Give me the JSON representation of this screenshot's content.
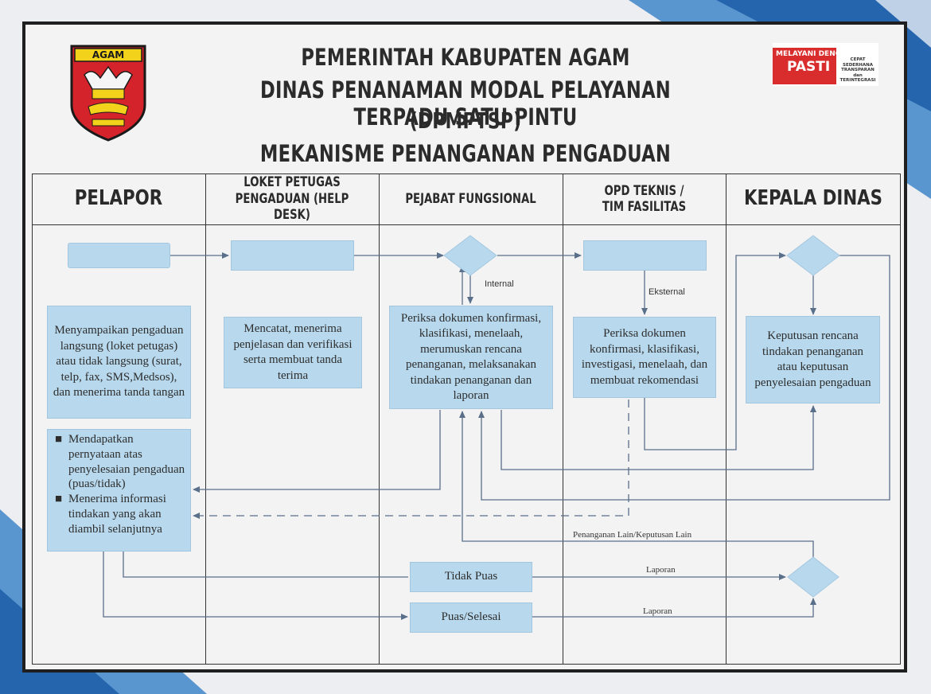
{
  "title": {
    "line1": "PEMERINTAH KABUPATEN AGAM",
    "line2": "DINAS PENANAMAN MODAL PELAYANAN TERPADU SATU PINTU",
    "line3": "(DPMPTSP)",
    "line4": "MEKANISME PENANGANAN PENGADUAN"
  },
  "logo": {
    "text": "AGAM"
  },
  "badge": {
    "line1": "MELAYANI DENGAN",
    "line2": "PASTI",
    "sub1": "CEPAT",
    "sub2": "SEDERHANA",
    "sub3": "TRANSPARAN",
    "sub4": "dan",
    "sub5": "TERINTEGRASI"
  },
  "columns": [
    "PELAPOR",
    "LOKET PETUGAS\nPENGADUAN (HELP DESK)",
    "PEJABAT FUNGSIONAL",
    "OPD TEKNIS /\nTIM FASILITAS",
    "KEPALA DINAS"
  ],
  "boxes": {
    "pelapor": "Menyampaikan pengaduan langsung (loket petugas) atau tidak langsung (surat, telp, fax, SMS,Medsos), dan menerima tanda tangan",
    "loket": "Mencatat, menerima penjelasan dan verifikasi serta membuat tanda terima",
    "pejabat": "Periksa dokumen konfirmasi, klasifikasi, menelaah, merumuskan rencana penanganan, melaksanakan tindakan penanganan dan laporan",
    "opd": "Periksa dokumen konfirmasi, klasifikasi, investigasi, menelaah, dan membuat rekomendasi",
    "kepala": "Keputusan rencana tindakan penanganan atau keputusan penyelesaian pengaduan",
    "tidak_puas": "Tidak Puas",
    "puas": "Puas/Selesai"
  },
  "pelapor_list": [
    "Mendapatkan pernyataan atas penyelesaian pengaduan (puas/tidak)",
    "Menerima informasi tindakan yang akan diambil selanjutnya"
  ],
  "labels": {
    "internal": "Internal",
    "eksternal": "Eksternal",
    "penanganan_lain": "Penanganan Lain/Keputusan Lain",
    "laporan1": "Laporan",
    "laporan2": "Laporan"
  },
  "colors": {
    "box": "#b8d9ed",
    "line": "#5a6f8a",
    "frame": "#1f1f1f"
  }
}
